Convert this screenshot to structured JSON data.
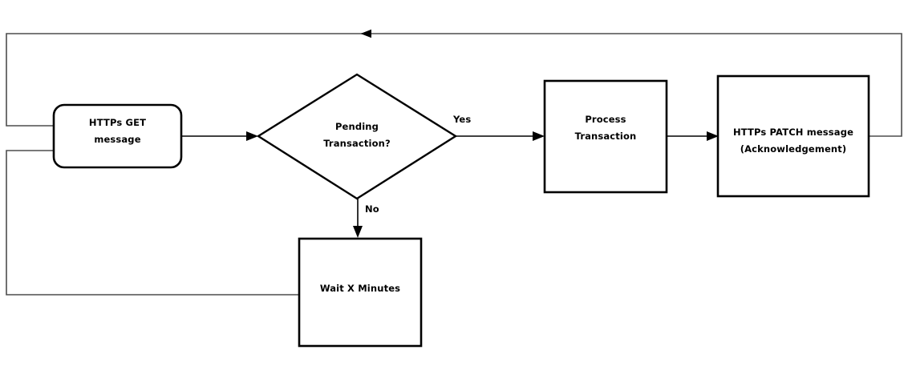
{
  "diagram": {
    "type": "flowchart",
    "title": "",
    "background_color": "#ffffff",
    "stroke_color": "#000000",
    "connector_color": "#4d4d4d",
    "text_color": "#000000"
  },
  "nodes": {
    "https_get": {
      "id": "https-get-message",
      "shape": "rounded-rectangle",
      "label": "HTTPs GET\nmessage"
    },
    "pending_decision": {
      "id": "pending-transaction-decision",
      "shape": "diamond",
      "label": "Pending\nTransaction?"
    },
    "process_transaction": {
      "id": "process-transaction",
      "shape": "rectangle",
      "label": "Process\nTransaction"
    },
    "https_patch": {
      "id": "https-patch-message",
      "shape": "rectangle",
      "label": "HTTPs PATCH message\n(Acknowledgement)"
    },
    "wait": {
      "id": "wait-x-minutes",
      "shape": "rectangle",
      "label": "Wait X Minutes"
    }
  },
  "edges": {
    "yes_branch": {
      "label": "Yes",
      "from": "pending_decision",
      "to": "process_transaction"
    },
    "no_branch": {
      "label": "No",
      "from": "pending_decision",
      "to": "wait"
    },
    "get_to_decision": {
      "label": "",
      "from": "https_get",
      "to": "pending_decision"
    },
    "process_to_patch": {
      "label": "",
      "from": "process_transaction",
      "to": "https_patch"
    },
    "patch_loopback": {
      "label": "",
      "from": "https_patch",
      "to": "https_get"
    },
    "wait_loopback": {
      "label": "",
      "from": "wait",
      "to": "https_get"
    }
  }
}
